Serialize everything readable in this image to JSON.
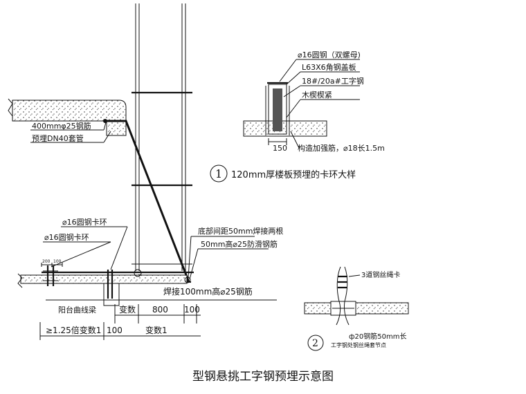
{
  "title": "型钢悬挑工字钢预埋示意图",
  "main_view": {
    "label_rebar": "400mmφ25钢筋",
    "label_sleeve": "预埋DN40套管",
    "label_ring1": "⌀16圆钢卡环",
    "label_ring2": "⌀16圆钢卡环",
    "label_spacing": "底部间距50mm焊接两根",
    "label_antislip": "50mm高⌀25防滑钢筋",
    "label_weld": "焊接100mm高⌀25钢筋",
    "label_beam": "阳台曲线梁",
    "dim_small_1": "200",
    "dim_small_2": "100",
    "dim_var": "变数",
    "dim_800": "800",
    "dim_100_top": "100",
    "dim_125": "≥1.25倍变数1",
    "dim_100_bottom": "100",
    "dim_var1": "变数1"
  },
  "detail_1": {
    "label_a": "⌀16圆钢（双螺母)",
    "label_b": "L63X6角钢盖板",
    "label_c": "18#/20a#工字钢",
    "label_d": "木楔楔紧",
    "dim_150": "150",
    "label_e": "构造加强筋，⌀18长1.5m",
    "number": "1",
    "caption": "120mm厚楼板预埋的卡环大样"
  },
  "detail_2": {
    "label_clip": "3道钢丝绳卡",
    "label_rebar": "ф20钢筋50mm长",
    "label_node": "工字钢处钢丝绳套节点",
    "number": "2"
  }
}
